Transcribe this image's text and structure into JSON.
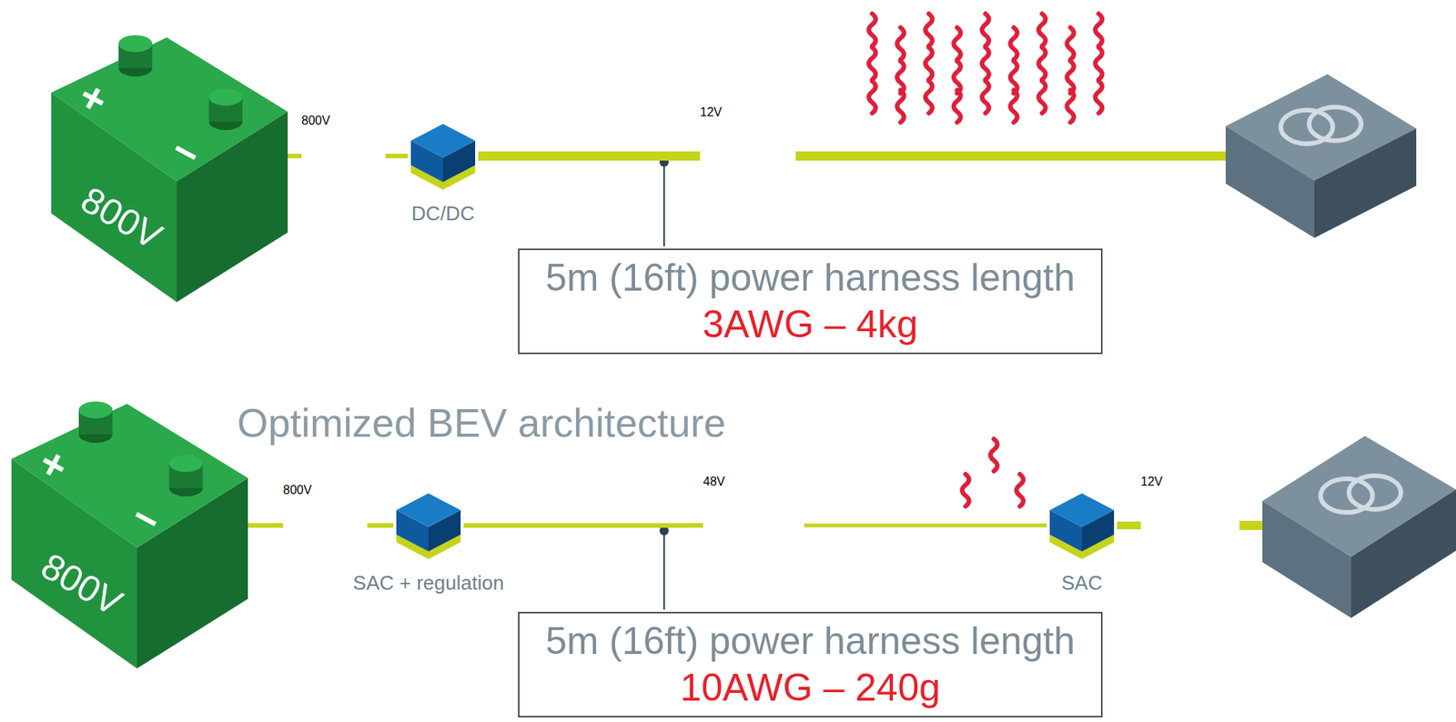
{
  "diagram": {
    "nodes": [
      {
        "text": [
          "800V"
        ]
      },
      {
        "text": [
          "800V"
        ]
      },
      {
        "text": [
          "DC/DC"
        ]
      },
      {
        "text": [
          "12V"
        ]
      },
      {
        "text": [
          "5m (16ft) power harness length",
          "3AWG – 4kg"
        ]
      },
      {
        "text": [
          "800V"
        ]
      },
      {
        "text": [
          "800V"
        ]
      },
      {
        "text": [
          "SAC + regulation"
        ]
      },
      {
        "text": [
          "48V"
        ]
      },
      {
        "text": [
          "SAC"
        ]
      },
      {
        "text": [
          "12V"
        ]
      },
      {
        "text": [
          "5m (16ft) power harness length",
          "10AWG – 240g"
        ]
      }
    ],
    "edges": [
      {
        "from": 0,
        "to": 1,
        "arrow": "none"
      },
      {
        "from": 1,
        "to": 2,
        "arrow": "none"
      },
      {
        "from": 2,
        "to": 3,
        "arrow": "none"
      },
      {
        "from": 5,
        "to": 6,
        "arrow": "none"
      },
      {
        "from": 6,
        "to": 7,
        "arrow": "none"
      },
      {
        "from": 7,
        "to": 8,
        "arrow": "none"
      },
      {
        "from": 8,
        "to": 9,
        "arrow": "none"
      },
      {
        "from": 9,
        "to": 10,
        "arrow": "none"
      }
    ],
    "labels": [
      "Optimized BEV architecture",
      "+",
      "−",
      "+",
      "−"
    ]
  }
}
